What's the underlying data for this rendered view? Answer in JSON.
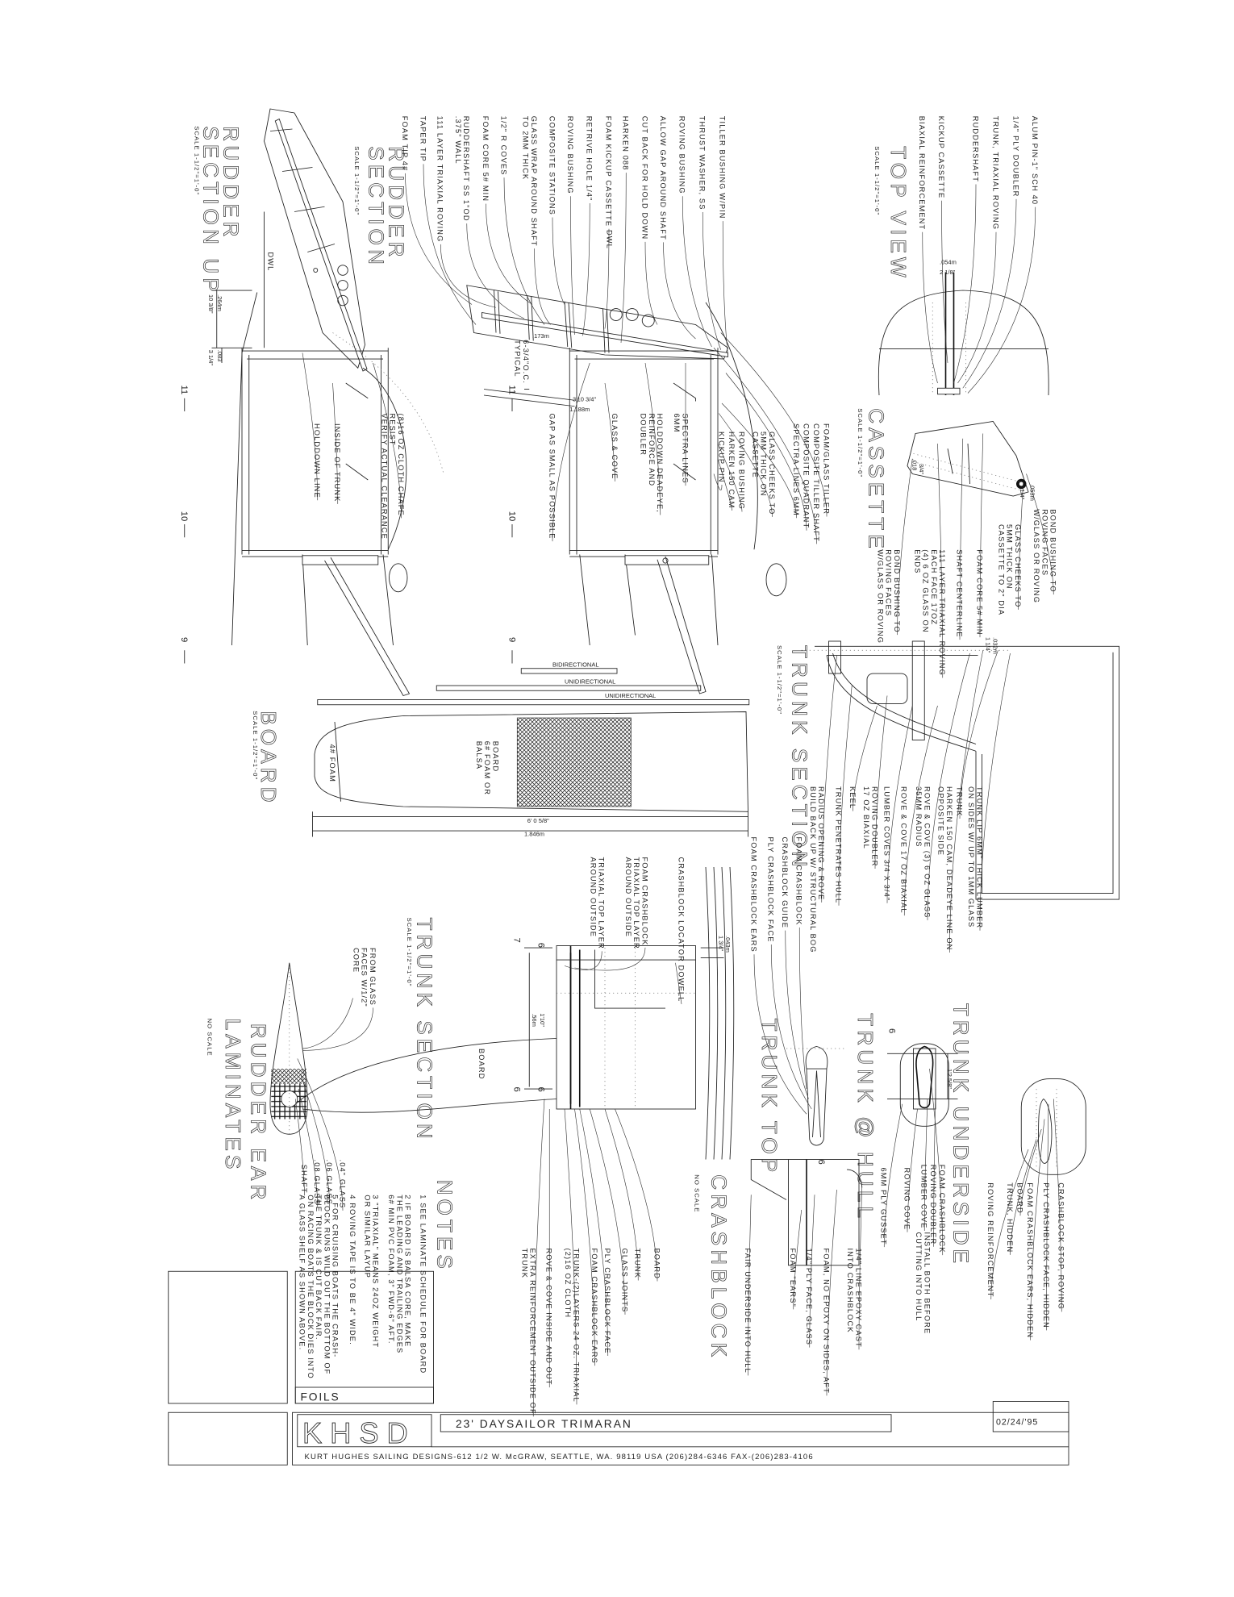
{
  "views": {
    "rudder_section": {
      "title": [
        "RUDDER",
        "SECTION"
      ],
      "scale": "SCALE 1-1/2\"=1'-0\""
    },
    "rudder_section_up": {
      "title": [
        "RUDDER",
        "SECTION  UP"
      ],
      "scale": "SCALE 1-1/2\"=1'-0\""
    },
    "top_view": {
      "title": [
        "TOP VIEW"
      ],
      "scale": "SCALE 1-1/2\"=1'-0\""
    },
    "cassette": {
      "title": [
        "CASSETTE"
      ],
      "scale": "SCALE 1-1/2\"=1'-0\""
    },
    "trunk_section": {
      "title": [
        "TRUNK SECTION"
      ],
      "scale": "SCALE 1-1/2\"=1'-0\""
    },
    "board": {
      "title": [
        "BOARD"
      ],
      "scale": "SCALE 1-1/2\"=1'-0\""
    },
    "trunk_section_lower": {
      "title": [
        "TRUNK SECTION"
      ],
      "scale": "SCALE 1-1/2\"=1'-0\""
    },
    "rudder_ear": {
      "title": [
        "RUDDER EAR",
        "LAMINATES"
      ],
      "scale": "NO SCALE"
    },
    "crashblock": {
      "title": [
        "CRASHBLOCK"
      ],
      "scale": "NO SCALE"
    },
    "trunk_top": {
      "title": [
        "TRUNK TOP"
      ],
      "scale": ""
    },
    "trunk_hull": {
      "title": [
        "TRUNK @ HULL"
      ],
      "scale": ""
    },
    "trunk_underside": {
      "title": [
        "TRUNK UNDERSIDE"
      ],
      "scale": ""
    },
    "notes": {
      "title": [
        "NOTES"
      ],
      "scale": ""
    }
  },
  "labels": {
    "rudder_section": [
      {
        "lines": [
          "TILLER BUSHING W/PIN"
        ]
      },
      {
        "lines": [
          "THRUST WASHER, SS"
        ]
      },
      {
        "lines": [
          "ROVING BUSHING"
        ]
      },
      {
        "lines": [
          "ALLOW GAP AROUND SHAFT"
        ]
      },
      {
        "lines": [
          "CUT BACK FOR HOLD DOWN"
        ]
      },
      {
        "lines": [
          "HARKEN 088"
        ]
      },
      {
        "lines": [
          "FOAM KICKUP CASSETTE"
        ]
      },
      {
        "lines": [
          "RETRIVE HOLE 1/4\""
        ]
      },
      {
        "lines": [
          "ROVING BUSHING"
        ]
      },
      {
        "lines": [
          "COMPOSITE STATIONS"
        ]
      },
      {
        "lines": [
          "GLASS WRAP AROUND SHAFT",
          "TO 2MM THICK"
        ]
      },
      {
        "lines": [
          "1/2\" R COVES"
        ]
      },
      {
        "lines": [
          "FOAM CORE 5# MIN"
        ]
      },
      {
        "lines": [
          "RUDDERSHAFT SS 1\"OD",
          ".375\" WALL"
        ]
      },
      {
        "lines": [
          "111 LAYER TRIAXIAL ROVING"
        ]
      },
      {
        "lines": [
          "TAPER TIP"
        ]
      },
      {
        "lines": [
          "FOAM TIP 4#"
        ]
      },
      {
        "lines": [
          "DWL"
        ]
      }
    ],
    "rudder_section_right": [
      {
        "lines": [
          "FOAM/GLASS TILLER"
        ]
      },
      {
        "lines": [
          "COMPOSITE TILLER SHAFT"
        ]
      },
      {
        "lines": [
          "COMPOSITE QUADRANT"
        ]
      },
      {
        "lines": [
          "SPECTRA LINES 6MM"
        ]
      },
      {
        "lines": [
          "GLASS CHEEKS TO",
          "5MM THICK ON",
          "CASSETTE"
        ]
      },
      {
        "lines": [
          "ROVING BUSHING"
        ]
      },
      {
        "lines": [
          "HARKEN 150 CAM"
        ]
      },
      {
        "lines": [
          "KICKUP PIN"
        ]
      },
      {
        "lines": [
          "SPECTRA LINES",
          "6MM"
        ]
      },
      {
        "lines": [
          "HOLDDOWN DEADEYE,",
          "REINFORCE AND",
          "DOUBLER"
        ]
      },
      {
        "lines": [
          "GLASS & COVE"
        ]
      },
      {
        "lines": [
          "GAP AS SMALL AS POSSIBLE"
        ]
      },
      {
        "lines": [
          "6-3/4\"O.C.",
          "TYPICAL"
        ]
      }
    ],
    "rudder_section_up": [
      {
        "lines": [
          "(8)16 OZ CLOTH CHAFE",
          "RESIST",
          "VERIFY ACTUAL CLEARANCE"
        ]
      },
      {
        "lines": [
          "INSIDE OF TRUNK"
        ]
      },
      {
        "lines": [
          "HOLDDOWN LINE"
        ]
      },
      {
        "lines": [
          "DWL"
        ]
      }
    ],
    "top_view": [
      {
        "lines": [
          "ALUM PIN-1\" SCH 40"
        ]
      },
      {
        "lines": [
          "1/4\" PLY DOUBLER"
        ]
      },
      {
        "lines": [
          "TRUNK, TRIAXIAL ROVING"
        ]
      },
      {
        "lines": [
          "RUDDERSHAFT"
        ]
      },
      {
        "lines": [
          "KICKUP CASSETTE"
        ]
      },
      {
        "lines": [
          "BIAXIAL REINFORCEMENT"
        ]
      }
    ],
    "cassette": [
      {
        "lines": [
          "BOND BUSHING TO",
          "ROVING FACES",
          "W/GLASS OR ROVING"
        ]
      },
      {
        "lines": [
          "GLASS CHEEKS TO",
          "5MM THICK ON",
          "CASSETTE TO 2\" DIA"
        ]
      },
      {
        "lines": [
          "FOAM CORE 5# MIN"
        ]
      },
      {
        "lines": [
          "SHAFT CENTERLINE"
        ]
      },
      {
        "lines": [
          "111 LAYER TRIAXIAL ROVING",
          "EACH FACE 17OZ",
          "(4) 6 OZ GLASS ON",
          "ENDS"
        ]
      },
      {
        "lines": [
          "BOND BUSHING TO",
          "ROVING FACES",
          "W/GLASS OR ROVING"
        ]
      }
    ],
    "trunk_section": [
      {
        "lines": [
          "TRUNK LIP 6MM\" THICK LUMBER",
          "ON SIDES W/ UP TO 1MM GLASS"
        ]
      },
      {
        "lines": [
          "TRUNK"
        ]
      },
      {
        "lines": [
          "HARKEN 150 CAM, DEADEYE LINE ON",
          "OPPOSITE SIDE"
        ]
      },
      {
        "lines": [
          "ROVE & COVE (3) 6 OZ GLASS",
          "35MM RADIUS"
        ]
      },
      {
        "lines": [
          "ROVE & COVE 17 OZ BIAXIAL"
        ]
      },
      {
        "lines": [
          "LUMBER COVES 3/4 X 3/4\""
        ]
      },
      {
        "lines": [
          "ROVING DOUBLER",
          "17 OZ BIAXIAL"
        ]
      },
      {
        "lines": [
          "KEEL"
        ]
      },
      {
        "lines": [
          "TRUNK PENETRATES HULL"
        ]
      },
      {
        "lines": [
          "RADIUS OPENING & ROVE",
          "BUILD BACK UP W/ STRUCTURAL BOG"
        ]
      },
      {
        "lines": [
          "FOAM CRASHBLOCK"
        ]
      },
      {
        "lines": [
          "CRASHBLOCK GUIDE"
        ]
      },
      {
        "lines": [
          "PLY CRASHBLOCK FACE"
        ]
      },
      {
        "lines": [
          "FOAM CRASHBLOCK EARS"
        ]
      }
    ],
    "board": [
      {
        "lines": [
          "BOARD",
          "6# FOAM OR",
          "BALSA"
        ]
      },
      {
        "lines": [
          "4# FOAM"
        ]
      }
    ],
    "board_layers": [
      "BIDIRECTIONAL",
      "UNIDIRECTIONAL",
      "UNIDIRECTIONAL"
    ],
    "trunk_section_lower": [
      {
        "lines": [
          "CRASHBLOCK LOCATOR DOWELL"
        ]
      },
      {
        "lines": [
          "FOAM CRASHBLOCK",
          "TRIAXIAL TOP LAYER",
          "AROUND OUTSIDE"
        ]
      },
      {
        "lines": [
          "TRIAXIAL TOP LAYER",
          "AROUND OUTSIDE"
        ]
      },
      {
        "lines": [
          "BOARD"
        ]
      },
      {
        "lines": [
          "BOARD"
        ]
      },
      {
        "lines": [
          "TRUNK"
        ]
      },
      {
        "lines": [
          "GLASS  JOINTS"
        ]
      },
      {
        "lines": [
          "PLY CRASHBLOCK FACE"
        ]
      },
      {
        "lines": [
          "FOAM CRASHBLOCK EARS"
        ]
      },
      {
        "lines": [
          "TRUNK-(2)LAYERS 24 OZ. TRIAXIAL",
          "(2)16 OZ CLOTH"
        ]
      },
      {
        "lines": [
          "ROVE & COVE INSIDE AND OUT"
        ]
      },
      {
        "lines": [
          "EXTRA REINFORCEMENT OUTSIDE OF",
          "TRUNK"
        ]
      }
    ],
    "rudder_ear": [
      {
        "lines": [
          "FROM GLASS",
          "FACES W/1/2\"",
          "CORE"
        ]
      },
      {
        "lines": [
          ".04\" GLASS"
        ]
      },
      {
        "lines": [
          ".06  GLASS"
        ]
      },
      {
        "lines": [
          ".08  GLASS"
        ]
      },
      {
        "lines": [
          "SHAFT"
        ]
      }
    ],
    "crashblock": [
      {
        "lines": [
          "1/4\" LINE EPOXY CAST",
          "INTO CRASHBLOCK"
        ]
      },
      {
        "lines": [
          "FOAM, NO EPOXY ON SIDES, AFT"
        ]
      },
      {
        "lines": [
          "1/4\" PLY FACE, GLASS"
        ]
      },
      {
        "lines": [
          "FOAM \"EARS\""
        ]
      },
      {
        "lines": [
          "FAIR UNDERSIDE INTO HULL"
        ]
      }
    ],
    "trunk_underside": [
      {
        "lines": [
          "CRASHBLOCK STOP, ROVING"
        ]
      },
      {
        "lines": [
          "PLY CRASHBLOCK FACE, HIDDEN"
        ]
      },
      {
        "lines": [
          "FOAM CRASHBLOCK EARS, HIDDEN"
        ]
      },
      {
        "lines": [
          "BOARD"
        ]
      },
      {
        "lines": [
          "TRUNK, HIDDEN"
        ]
      },
      {
        "lines": [
          "ROVING REINFORCEMENT"
        ]
      }
    ],
    "trunk_hull": [
      {
        "lines": [
          "FOAM CRASHBLOCK"
        ]
      },
      {
        "lines": [
          "ROVING DOUBLER"
        ]
      },
      {
        "lines": [
          "LUMBER COVE"
        ]
      },
      {
        "lines": [
          "INSTALL BOTH BEFORE",
          "CUTTING INTO HULL"
        ]
      },
      {
        "lines": [
          "ROVING COVE"
        ]
      },
      {
        "lines": [
          "6MM PLY GUSSET"
        ]
      }
    ],
    "notes": [
      {
        "lines": [
          "1   SEE LAMINATE SCHEDULE FOR BOARD"
        ]
      },
      {
        "lines": [
          "2   IF BOARD IS BALSA CORE, MAKE",
          "THE LEADING AND TRAILING EDGES",
          "6# MIN PVC FOAM, 3\" FWD-6\" AFT."
        ]
      },
      {
        "lines": [
          "3   \"TRIAXIAL\" MEANS 24OZ WEIGHT",
          "OR SIMILAR LAYUP"
        ]
      },
      {
        "lines": [
          "4   ROVING TAPE IS TO BE 4\" WIDE."
        ]
      },
      {
        "lines": [
          "5   FOR CRUISING BOATS THE CRASH-",
          "BLOCK RUNS WILD OUT THE BOTTOM OF",
          "THE TRUNK & IS CUT BACK FAIR.",
          "ON RACING BOATS THE BLOCK DIES INTO",
          "A GLASS SHELF AS SHOWN ABOVE."
        ]
      }
    ]
  },
  "dimensions": {
    "rudder_ss": [
      ".173m",
      "3'10 3/4\"",
      "1.188m"
    ],
    "rudder_up": [
      ".264m",
      "10 3/8\"",
      ".083",
      "3 1/4\""
    ],
    "top_view": [
      ".054m",
      "2 1/8\""
    ],
    "cassette": [
      ".053m",
      "1/4\"",
      ".018",
      "3/4\""
    ],
    "trunk_section": [
      ".032m",
      "1 1/4\""
    ],
    "board": [
      "6' 0 5/8\"",
      "1.846m"
    ],
    "trunk_lower": [
      "1'10\"",
      ".56m",
      ".043m",
      "1 3/4\""
    ],
    "trunk_hull": [
      "1'2 5/8\""
    ],
    "stations": [
      "11",
      "10",
      "9",
      "11",
      "10",
      "9",
      "6",
      "6",
      "7",
      "6",
      "6",
      "6"
    ]
  },
  "title_block": {
    "sheet_name": "FOILS",
    "logo": "KHSD",
    "project": "23' DAYSAILOR TRIMARAN",
    "date": "02/24/'95",
    "address": "KURT HUGHES SAILING DESIGNS-612 1/2 W. McGRAW, SEATTLE, WA. 98119  USA    (206)284-6346    FAX-(206)283-4106"
  }
}
